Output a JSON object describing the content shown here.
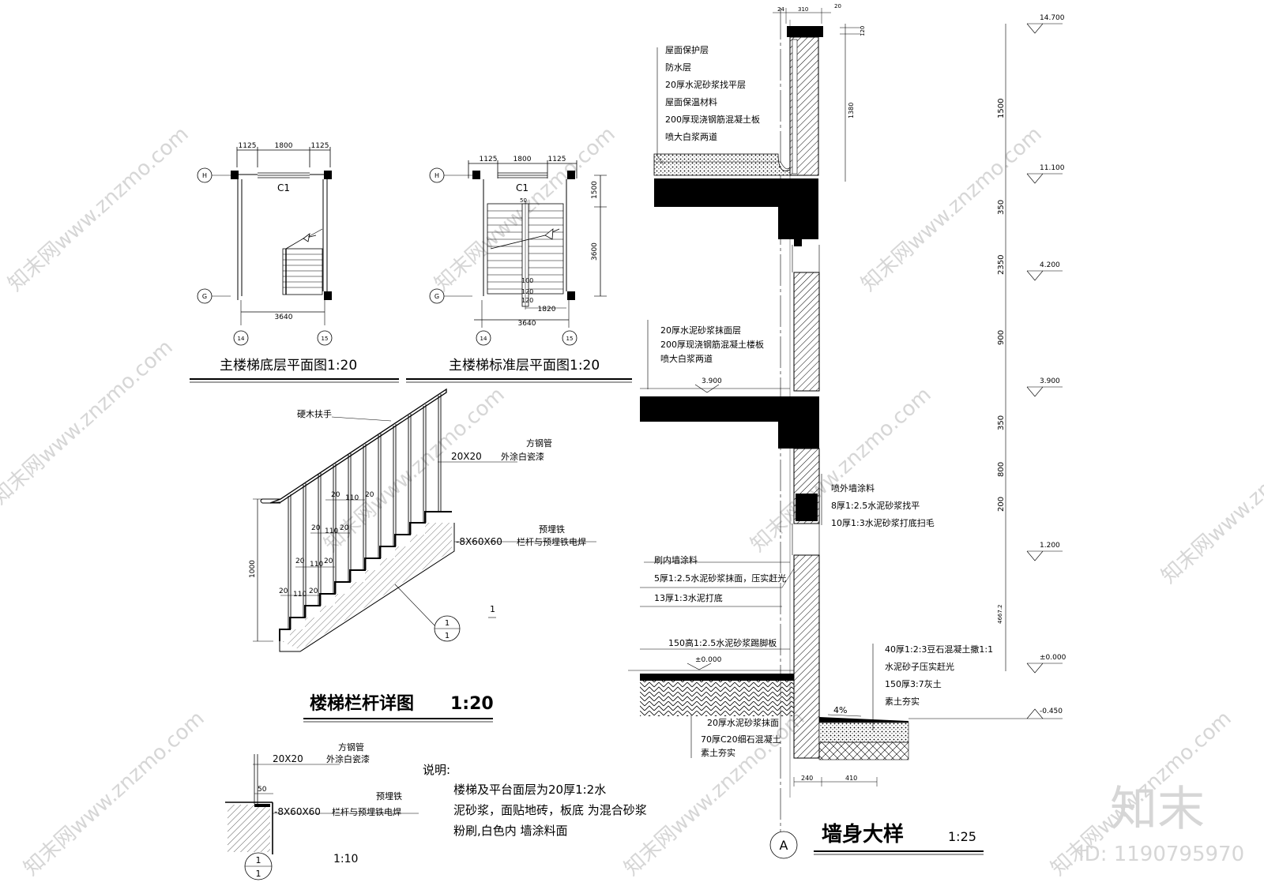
{
  "plan_ground": {
    "title": "主楼梯底层平面图1:20",
    "dims_top": [
      "1125",
      "1800",
      "1125"
    ],
    "dim_bottom": "3640",
    "window": "C1",
    "axis_h": "H",
    "axis_g": "G",
    "axis_14": "14",
    "axis_15": "15"
  },
  "plan_standard": {
    "title": "主楼梯标准层平面图1:20",
    "dims_top": [
      "1125",
      "1800",
      "1125"
    ],
    "dim_bottom": "3640",
    "dim_inner": "1820",
    "dim_right": [
      "1500",
      "3600"
    ],
    "small_dims": [
      "100",
      "120",
      "120",
      "50"
    ],
    "window": "C1",
    "axis_h": "H",
    "axis_g": "G",
    "axis_14": "14",
    "axis_15": "15"
  },
  "railing": {
    "title": "楼梯栏杆详图",
    "scale": "1:20",
    "handrail": "硬木扶手",
    "tube_name": "方钢管",
    "tube_size": "20X20",
    "tube_paint": "外涂白瓷漆",
    "embed_name": "预埋铁",
    "embed_size": "-8X60X60",
    "embed_weld": "栏杆与预埋铁电焊",
    "height": "1000",
    "spacing": [
      "20",
      "110",
      "20"
    ],
    "section_num": "1",
    "section_den": "1",
    "section_mark": "1"
  },
  "detail": {
    "tube_name": "方钢管",
    "tube_size": "20X20",
    "tube_paint": "外涂白瓷漆",
    "embed_name": "预埋铁",
    "embed_size": "-8X60X60",
    "embed_weld": "栏杆与预埋铁电焊",
    "dim": "50",
    "num": "1",
    "den": "1",
    "scale": "1:10"
  },
  "notes": {
    "heading": "说明:",
    "line1": "楼梯及平台面层为20厚1:2水",
    "line2": "泥砂浆，面贴地砖，板底 为混合砂浆",
    "line3": "粉刷,白色内 墙涂料面"
  },
  "wall": {
    "title": "墙身大样",
    "scale": "1:25",
    "axis": "A",
    "roof_layers": [
      "屋面保护层",
      "防水层",
      "20厚水泥砂浆找平层",
      "屋面保温材料",
      "200厚现浇钢筋混凝土板",
      "喷大白浆两道"
    ],
    "floor_layers": [
      "20厚水泥砂浆抹面层",
      "200厚现浇钢筋混凝土楼板",
      "喷大白浆两道"
    ],
    "ext_layers": [
      "喷外墙涂料",
      "8厚1:2.5水泥砂浆找平",
      "10厚1:3水泥砂浆打底扫毛"
    ],
    "int_layers": [
      "刷内墙涂料",
      "5厚1:2.5水泥砂浆抹面，压实赶光",
      "13厚1:3水泥打底"
    ],
    "skirting": "150高1:2.5水泥砂浆踢脚板",
    "ground_layers": [
      "20厚水泥砂浆抹面",
      "70厚C20细石混凝土",
      "素土夯实"
    ],
    "apron_layers": [
      "40厚1:2:3豆石混凝土撒1:1",
      "水泥砂子压实赶光",
      "150厚3:7灰土",
      "素土夯实"
    ],
    "slope": "4%",
    "level_floor": "3.900",
    "level_ground": "±0.000",
    "top_dims": [
      "24",
      "310",
      "20",
      "120"
    ],
    "parapet_dim": "1380",
    "bottom_dims": [
      "240",
      "410"
    ]
  },
  "elevation": {
    "levels": [
      "14.700",
      "11.100",
      "4.200",
      "3.900",
      "1.200",
      "±0.000",
      "-0.450"
    ],
    "dims": [
      "1500",
      "350",
      "2350",
      "900",
      "350",
      "800",
      "200",
      "4667.2"
    ]
  },
  "watermark": {
    "site": "知末网www.znzmo.com",
    "brand": "知末",
    "id": "ID: 1190795970"
  }
}
